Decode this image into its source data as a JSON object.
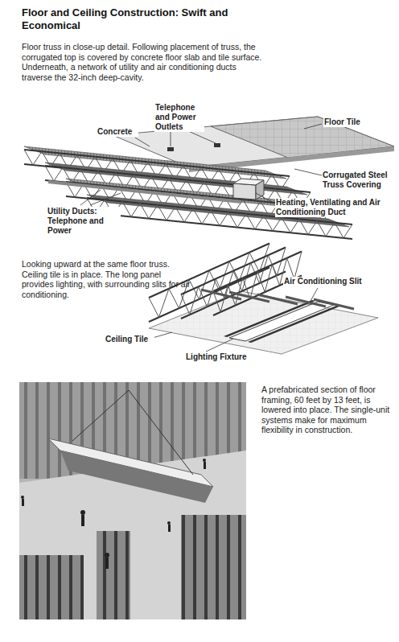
{
  "diagram": {
    "title": "Floor and Ceiling Construction: Swift and Economical",
    "labels": [
      "Floor truss in close-up detail. Following placement of truss, the corrugated top is covered by concrete floor slab and tile surface. Underneath, a network of utility and air conditioning ducts traverse the 32-inch deep-cavity.",
      "Telephone and Power Outlets",
      "Concrete",
      "Floor Tile",
      "Corrugated Steel Truss Covering",
      "Heating, Ventilating and Air Conditioning Duct",
      "Utility Ducts: Telephone and Power",
      "Looking upward at the same floor truss. Ceiling tile is in place. The long panel provides lighting, with surrounding slits for air conditioning.",
      "Air Conditioning Slit",
      "Ceiling Tile",
      "Lighting Fixture",
      "A prefabricated section of floor framing, 60 feet by 13 feet, is lowered into place. The single-unit systems make for maximum flexibility in construction."
    ]
  }
}
